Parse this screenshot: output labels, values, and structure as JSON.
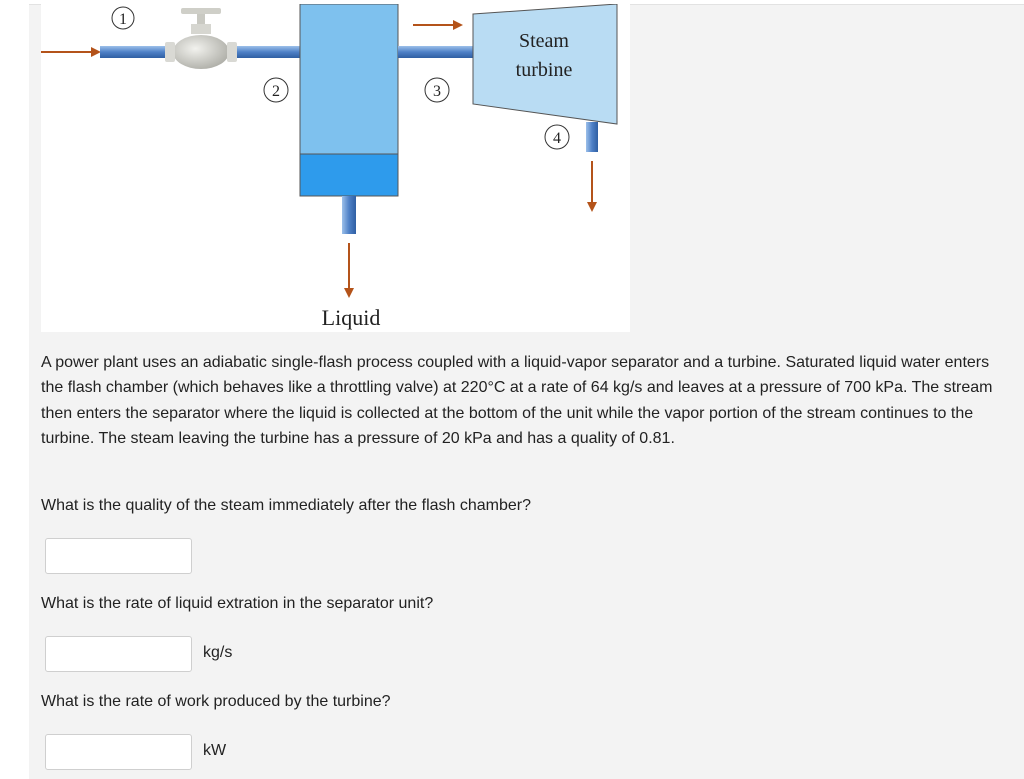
{
  "figure": {
    "state_labels": [
      "1",
      "2",
      "3",
      "4"
    ],
    "turbine_label_line1": "Steam",
    "turbine_label_line2": "turbine",
    "liquid_label": "Liquid",
    "colors": {
      "pipe": "#4f81c7",
      "separator_vapor": "#7ec1ee",
      "separator_liquid": "#2e9bec",
      "turbine": "#b9dcf3",
      "arrow": "#b4531a",
      "valve": "#d9d9d4"
    }
  },
  "problem": {
    "text": "A power plant uses an adiabatic single-flash process coupled with a liquid-vapor separator and a turbine. Saturated liquid water enters the flash chamber (which behaves like a throttling valve) at 220°C at a rate of 64 kg/s and leaves at a pressure of 700 kPa. The stream then enters the separator where the liquid is collected at the bottom of the unit while the vapor portion of the stream continues to the turbine. The steam leaving the turbine has a pressure of 20 kPa and has a quality of 0.81."
  },
  "questions": [
    {
      "text": "What is the quality of the steam immediately after the flash chamber?",
      "value": "",
      "unit": ""
    },
    {
      "text": "What is the rate of liquid extration in the separator unit?",
      "value": "",
      "unit": "kg/s"
    },
    {
      "text": "What is the rate of work produced by the turbine?",
      "value": "",
      "unit": "kW"
    }
  ]
}
